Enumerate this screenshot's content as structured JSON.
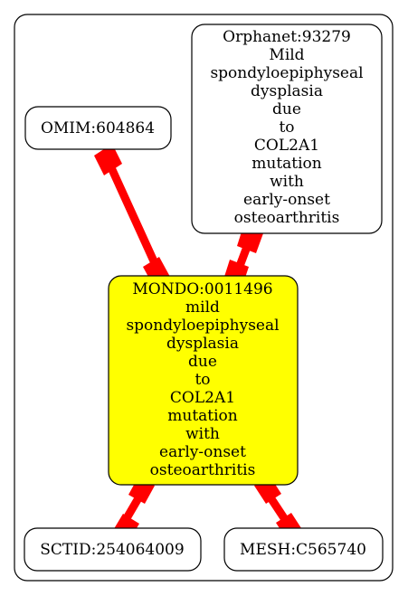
{
  "nodes": {
    "orphanet": {
      "lines": [
        "Orphanet:93279",
        "Mild",
        "spondyloepiphyseal",
        "dysplasia",
        "due",
        "to",
        "COL2A1",
        "mutation",
        "with",
        "early-onset",
        "osteoarthritis"
      ]
    },
    "omim": {
      "lines": [
        "OMIM:604864"
      ]
    },
    "mondo": {
      "lines": [
        "MONDO:0011496",
        "mild",
        "spondyloepiphyseal",
        "dysplasia",
        "due",
        "to",
        "COL2A1",
        "mutation",
        "with",
        "early-onset",
        "osteoarthritis"
      ]
    },
    "sctid": {
      "lines": [
        "SCTID:254064009"
      ]
    },
    "mesh": {
      "lines": [
        "MESH:C565740"
      ]
    }
  },
  "colors": {
    "edge": "#ff0000",
    "mondo_fill": "#ffff00",
    "node_fill": "#ffffff",
    "stroke": "#000000"
  }
}
